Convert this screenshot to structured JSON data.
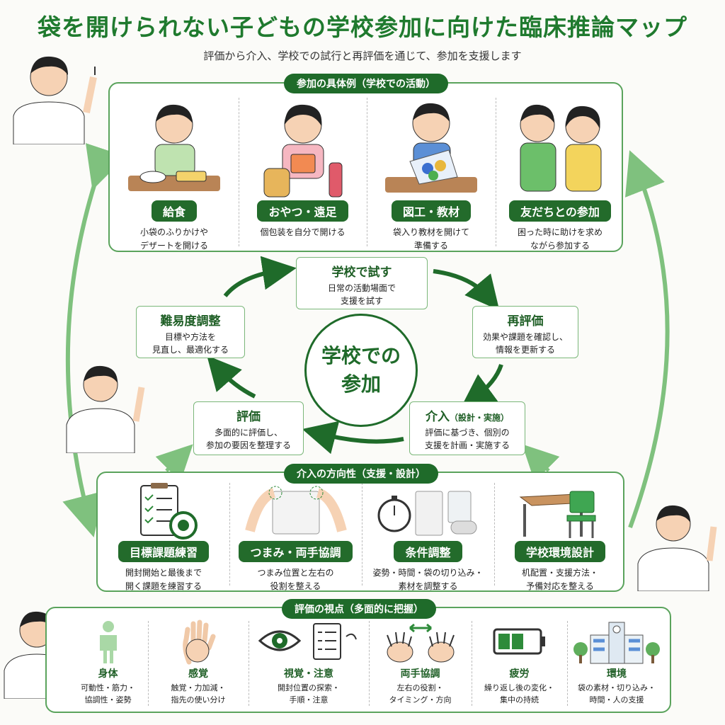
{
  "header": {
    "title": "袋を開けられない子どもの学校参加に向けた臨床推論マップ",
    "subtitle": "評価から介入、学校での試行と再評価を通じて、参加を支援します"
  },
  "examples": {
    "heading": "参加の具体例（学校での活動）",
    "items": [
      {
        "label": "給食",
        "desc": "小袋のふりかけや\nデザートを開ける",
        "icon": "lunch-scene"
      },
      {
        "label": "おやつ・遠足",
        "desc": "個包装を自分で開ける",
        "icon": "snack-scene"
      },
      {
        "label": "図工・教材",
        "desc": "袋入り教材を開けて\n準備する",
        "icon": "craft-scene"
      },
      {
        "label": "友だちとの参加",
        "desc": "困った時に助けを求め\nながら参加する",
        "icon": "friends-scene"
      }
    ]
  },
  "cycle": {
    "center": "学校での\n参加",
    "try": {
      "title": "学校で試す",
      "desc": "日常の活動場面で\n支援を試す"
    },
    "reeval": {
      "title": "再評価",
      "desc": "効果や課題を確認し、\n情報を更新する"
    },
    "intervene": {
      "title": "介入",
      "title_sub": "（設計・実施）",
      "desc": "評価に基づき、個別の\n支援を計画・実施する"
    },
    "evaluate": {
      "title": "評価",
      "desc": "多面的に評価し、\n参加の要因を整理する"
    },
    "adjust": {
      "title": "難易度調整",
      "desc": "目標や方法を\n見直し、最適化する"
    }
  },
  "interventions": {
    "heading": "介入の方向性（支援・設計）",
    "items": [
      {
        "label": "目標課題練習",
        "desc": "開封開始と最後まで\n開く課題を練習する",
        "icon": "clipboard-target-icon"
      },
      {
        "label": "つまみ・両手協調",
        "desc": "つまみ位置と左右の\n役割を整える",
        "icon": "hands-pinching-bag-icon"
      },
      {
        "label": "条件調整",
        "desc": "姿勢・時間・袋の切り込み・\n素材を調整する",
        "icon": "timer-bags-icon"
      },
      {
        "label": "学校環境設計",
        "desc": "机配置・支援方法・\n予備対応を整える",
        "icon": "desk-chair-icon"
      }
    ]
  },
  "evaluation": {
    "heading": "評価の視点（多面的に把握）",
    "items": [
      {
        "label": "身体",
        "desc": "可動性・筋力・\n協調性・姿勢",
        "icon": "body-icon"
      },
      {
        "label": "感覚",
        "desc": "触覚・力加減・\n指先の使い分け",
        "icon": "hand-icon"
      },
      {
        "label": "視覚・注意",
        "desc": "開封位置の探索・\n手順・注意",
        "icon": "eye-checklist-icon"
      },
      {
        "label": "両手協調",
        "desc": "左右の役割・\nタイミング・方向",
        "icon": "two-hands-icon"
      },
      {
        "label": "疲労",
        "desc": "繰り返し後の変化・\n集中の持続",
        "icon": "battery-icon"
      },
      {
        "label": "環境",
        "desc": "袋の素材・切り込み・\n時間・人の支援",
        "icon": "school-building-icon"
      }
    ]
  },
  "colors": {
    "primary": "#1f6b2a",
    "accent": "#5aa35c",
    "arrow_light": "#7fc17e"
  }
}
